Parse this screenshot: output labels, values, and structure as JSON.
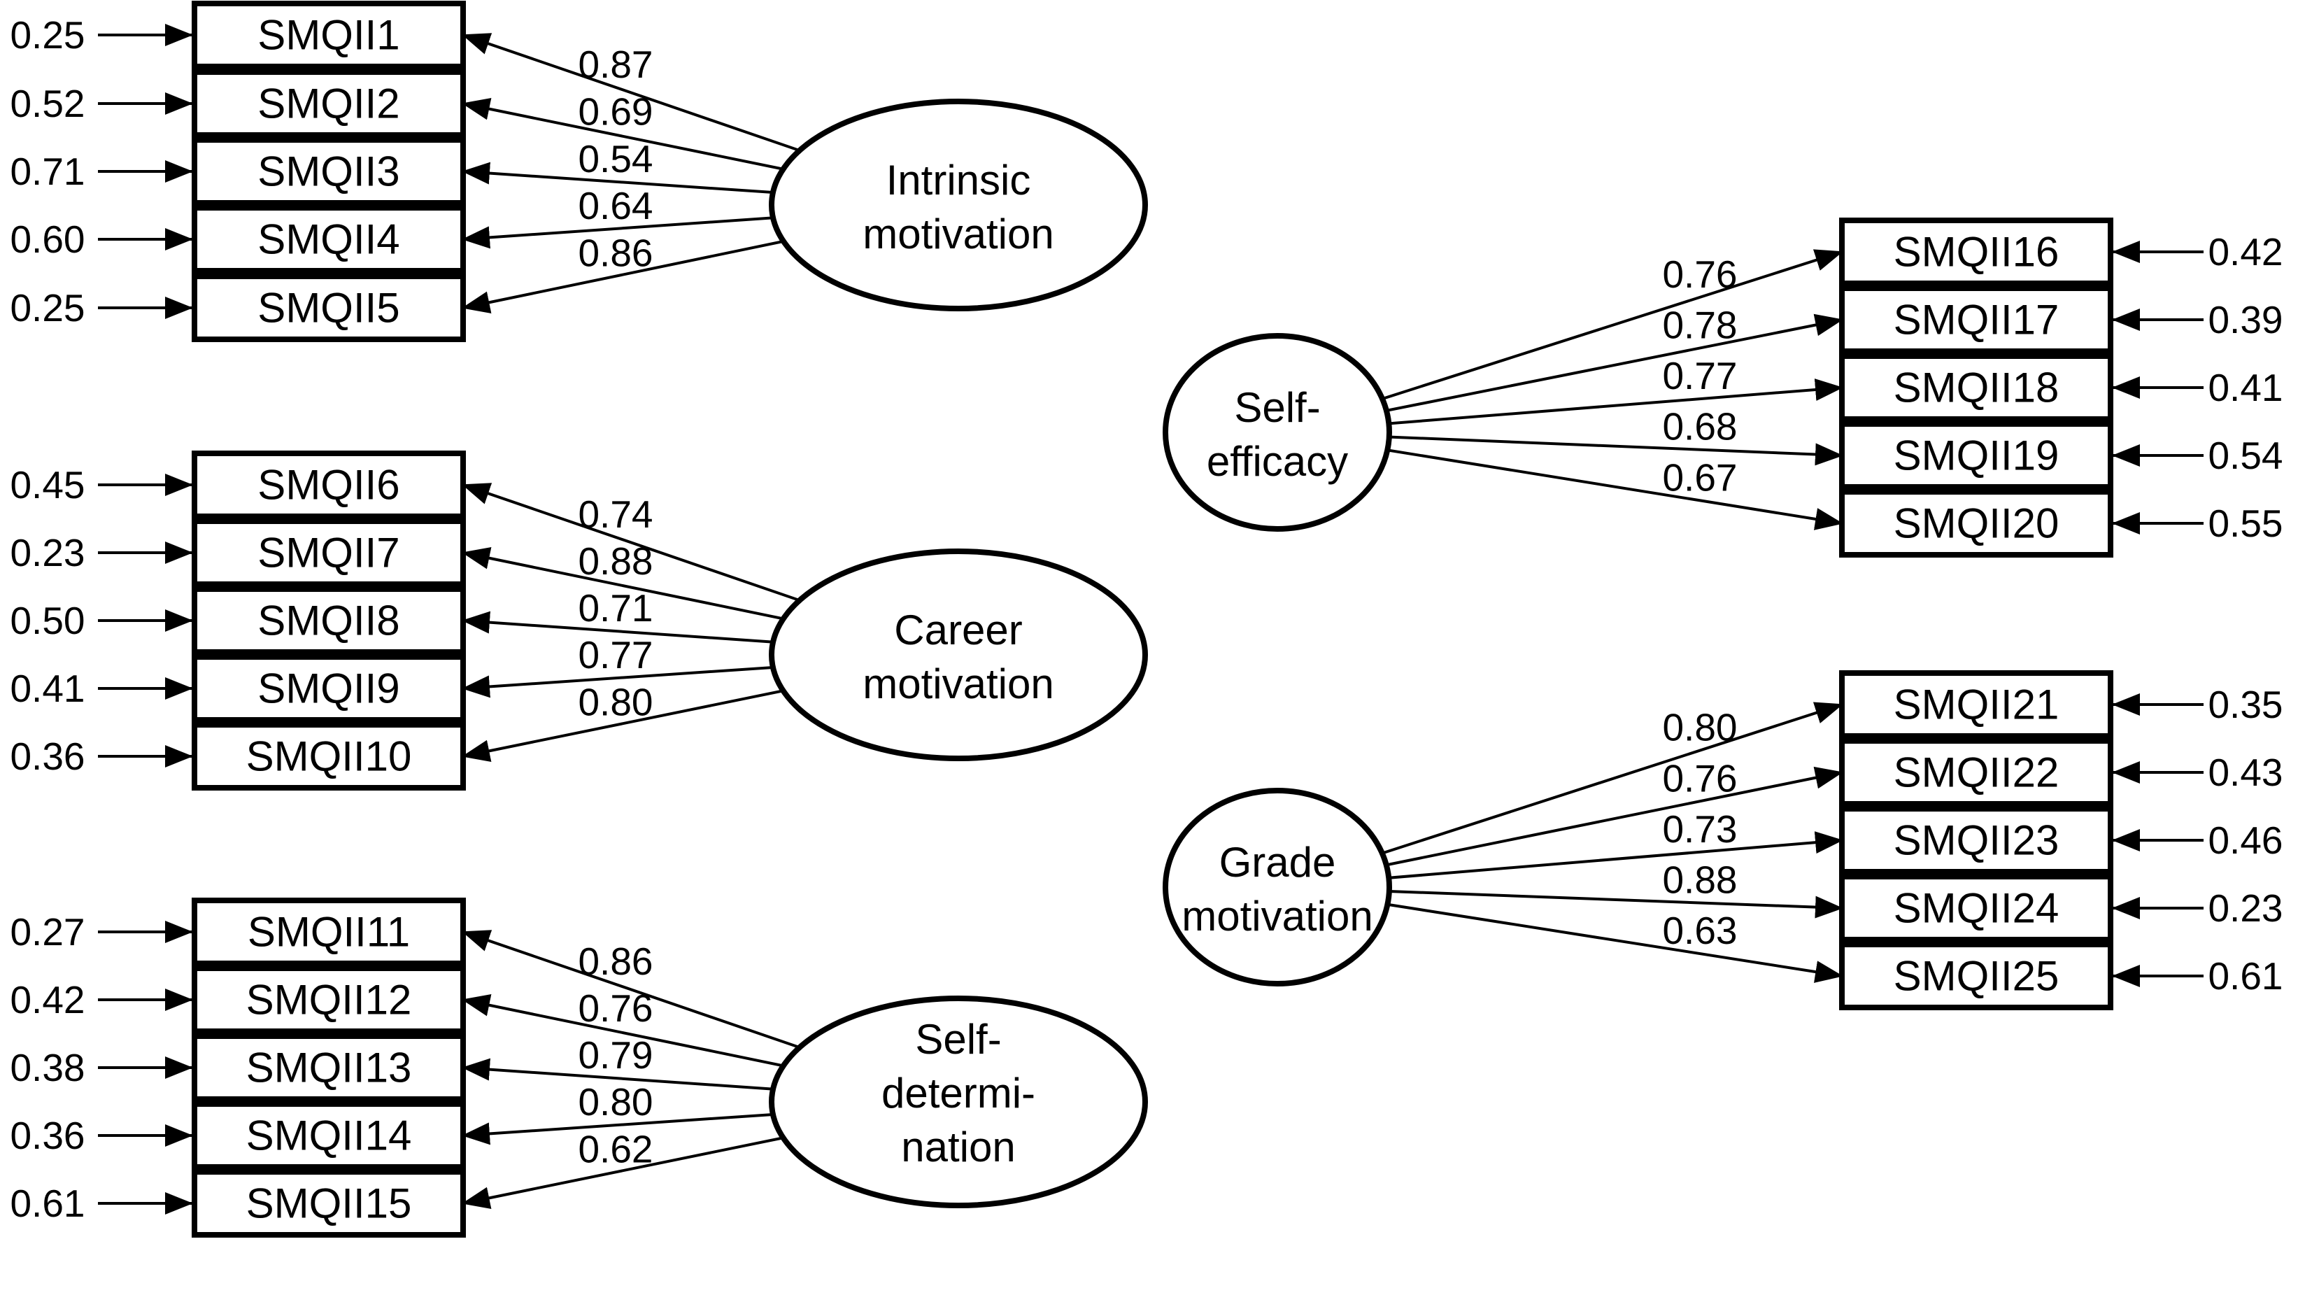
{
  "diagram": {
    "background_color": "#ffffff",
    "line_color": "#000000",
    "text_color": "#000000",
    "factors": [
      {
        "name": "Intrinsic motivation",
        "name_lines": [
          "Intrinsic",
          "motivation"
        ],
        "side": "left",
        "indicators": [
          {
            "label": "SMQII1",
            "loading": "0.87",
            "error": "0.25"
          },
          {
            "label": "SMQII2",
            "loading": "0.69",
            "error": "0.52"
          },
          {
            "label": "SMQII3",
            "loading": "0.54",
            "error": "0.71"
          },
          {
            "label": "SMQII4",
            "loading": "0.64",
            "error": "0.60"
          },
          {
            "label": "SMQII5",
            "loading": "0.86",
            "error": "0.25"
          }
        ]
      },
      {
        "name": "Career motivation",
        "name_lines": [
          "Career",
          "motivation"
        ],
        "side": "left",
        "indicators": [
          {
            "label": "SMQII6",
            "loading": "0.74",
            "error": "0.45"
          },
          {
            "label": "SMQII7",
            "loading": "0.88",
            "error": "0.23"
          },
          {
            "label": "SMQII8",
            "loading": "0.71",
            "error": "0.50"
          },
          {
            "label": "SMQII9",
            "loading": "0.77",
            "error": "0.41"
          },
          {
            "label": "SMQII10",
            "loading": "0.80",
            "error": "0.36"
          }
        ]
      },
      {
        "name": "Self-determination",
        "name_lines": [
          "Self-",
          "determi-",
          "nation"
        ],
        "side": "left",
        "indicators": [
          {
            "label": "SMQII11",
            "loading": "0.86",
            "error": "0.27"
          },
          {
            "label": "SMQII12",
            "loading": "0.76",
            "error": "0.42"
          },
          {
            "label": "SMQII13",
            "loading": "0.79",
            "error": "0.38"
          },
          {
            "label": "SMQII14",
            "loading": "0.80",
            "error": "0.36"
          },
          {
            "label": "SMQII15",
            "loading": "0.62",
            "error": "0.61"
          }
        ]
      },
      {
        "name": "Self-efficacy",
        "name_lines": [
          "Self-",
          "efficacy"
        ],
        "side": "right",
        "indicators": [
          {
            "label": "SMQII16",
            "loading": "0.76",
            "error": "0.42"
          },
          {
            "label": "SMQII17",
            "loading": "0.78",
            "error": "0.39"
          },
          {
            "label": "SMQII18",
            "loading": "0.77",
            "error": "0.41"
          },
          {
            "label": "SMQII19",
            "loading": "0.68",
            "error": "0.54"
          },
          {
            "label": "SMQII20",
            "loading": "0.67",
            "error": "0.55"
          }
        ]
      },
      {
        "name": "Grade motivation",
        "name_lines": [
          "Grade",
          "motivation"
        ],
        "side": "right",
        "indicators": [
          {
            "label": "SMQII21",
            "loading": "0.80",
            "error": "0.35"
          },
          {
            "label": "SMQII22",
            "loading": "0.76",
            "error": "0.43"
          },
          {
            "label": "SMQII23",
            "loading": "0.73",
            "error": "0.46"
          },
          {
            "label": "SMQII24",
            "loading": "0.88",
            "error": "0.23"
          },
          {
            "label": "SMQII25",
            "loading": "0.63",
            "error": "0.61"
          }
        ]
      }
    ]
  }
}
